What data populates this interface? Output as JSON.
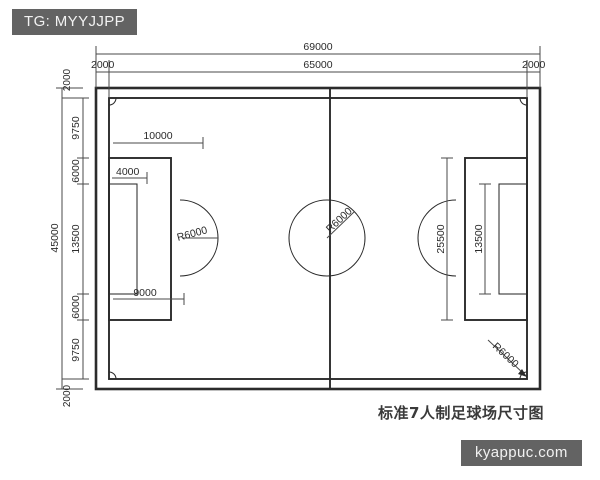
{
  "meta": {
    "title_cn": "标准7人制足球场尺寸图",
    "watermark_top": "TG: MYYJJPP",
    "watermark_bottom": "kyappuc.com",
    "line_color": "#2b2b2b",
    "background": "#ffffff",
    "badge_color": "#636363"
  },
  "drawing": {
    "type": "technical-dimension-drawing",
    "subject": "7-a-side football pitch",
    "units": "mm",
    "overall_width": "69000",
    "overall_height": "45000",
    "pitch_width": "65000",
    "pitch_height": "41000"
  },
  "dimensions": {
    "top": [
      {
        "id": "overall-width",
        "label": "69000",
        "position": "outer"
      },
      {
        "id": "pitch-width",
        "label": "65000",
        "position": "inner"
      },
      {
        "id": "runoff-left",
        "label": "2000",
        "position": "left-margin"
      },
      {
        "id": "runoff-right",
        "label": "2000",
        "position": "right-margin"
      }
    ],
    "left": [
      {
        "id": "overall-height",
        "label": "45000",
        "position": "outer-chain"
      },
      {
        "id": "runoff-top",
        "label": "2000",
        "position": "segment-1"
      },
      {
        "id": "seg-top",
        "label": "9750",
        "position": "segment-2"
      },
      {
        "id": "seg-upper-box",
        "label": "6000",
        "position": "segment-3"
      },
      {
        "id": "seg-middle",
        "label": "13500",
        "position": "segment-4"
      },
      {
        "id": "seg-lower-box",
        "label": "6000",
        "position": "segment-5"
      },
      {
        "id": "seg-bottom",
        "label": "9750",
        "position": "segment-6"
      },
      {
        "id": "runoff-bottom",
        "label": "2000",
        "position": "segment-7"
      }
    ],
    "left_half": [
      {
        "id": "penalty-area-offset",
        "label": "10000"
      },
      {
        "id": "goal-area-depth",
        "label": "4000"
      },
      {
        "id": "penalty-area-depth",
        "label": "9000"
      }
    ],
    "right_half": [
      {
        "id": "penalty-area-height",
        "label": "25500"
      },
      {
        "id": "goal-area-height",
        "label": "13500"
      }
    ],
    "radii": [
      {
        "id": "penalty-arc-left",
        "label": "R6000"
      },
      {
        "id": "center-circle",
        "label": "R6000"
      },
      {
        "id": "corner-arc",
        "label": "R6000"
      }
    ]
  }
}
